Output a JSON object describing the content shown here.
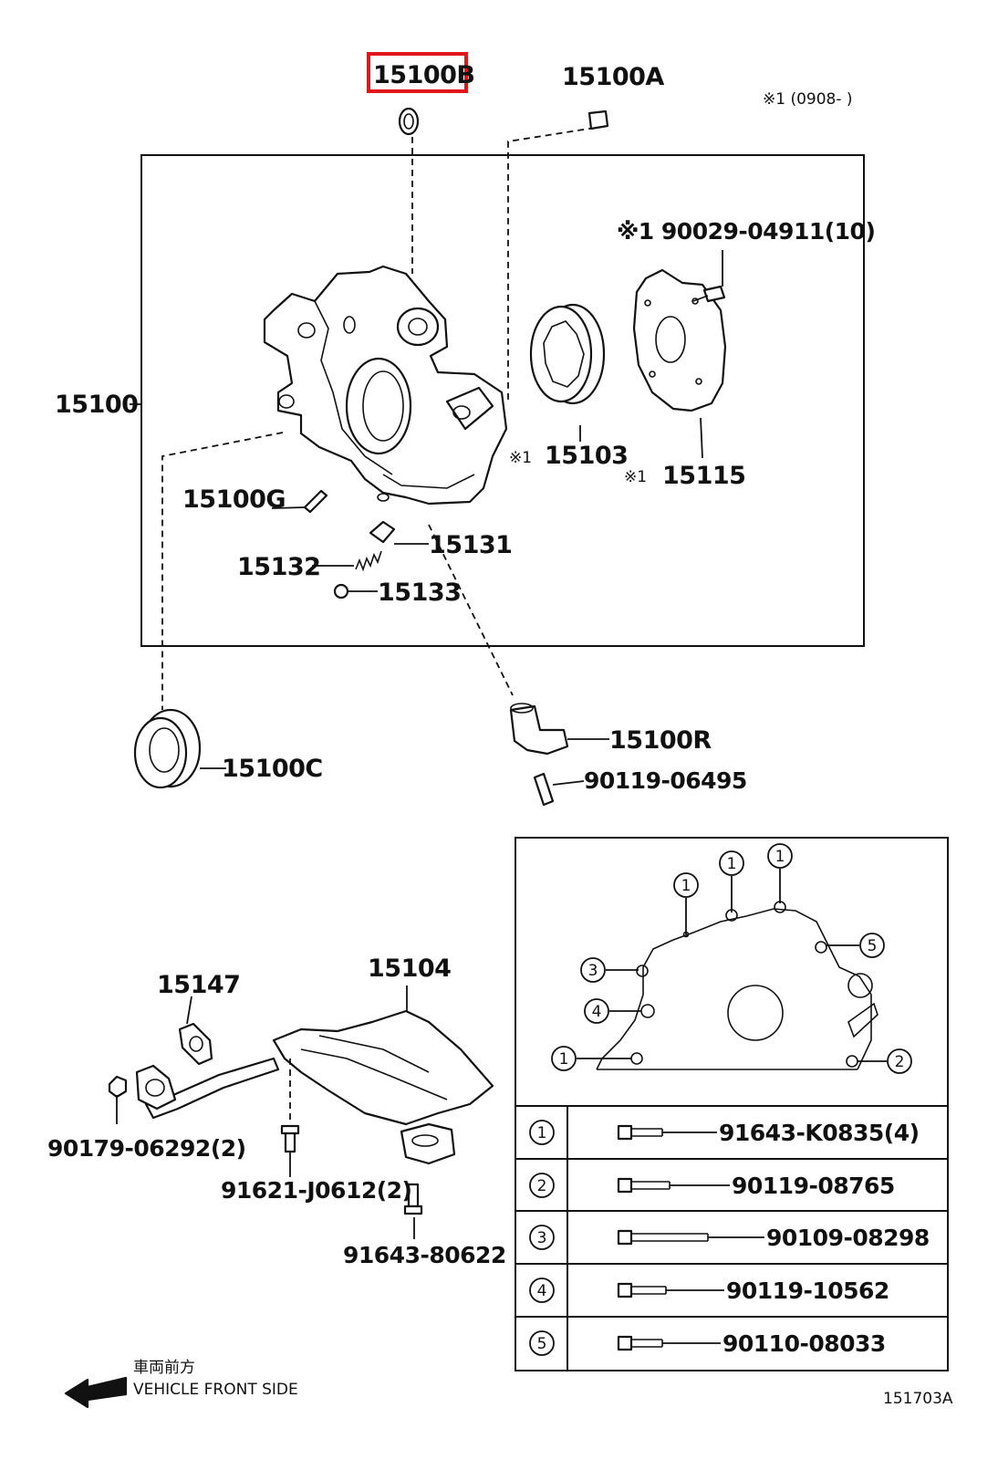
{
  "callouts": {
    "p15100B": "15100B",
    "p15100A": "15100A",
    "note_range": "※1 (0908-     )",
    "p90029": "※1 90029-04911(10)",
    "p15100": "15100",
    "p15103_mark": "※1",
    "p15103": "15103",
    "p15115_mark": "※1",
    "p15115": "15115",
    "p15100G": "15100G",
    "p15131": "15131",
    "p15132": "15132",
    "p15133": "15133",
    "p15100R": "15100R",
    "p90119_06495": "90119-06495",
    "p15100C": "15100C",
    "p15147": "15147",
    "p15104": "15104",
    "p90179": "90179-06292(2)",
    "p91621": "91621-J0612(2)",
    "p91643_80622": "91643-80622"
  },
  "bolt_positions": [
    "1",
    "1",
    "1",
    "1",
    "2",
    "3",
    "4",
    "5"
  ],
  "bolt_table": [
    {
      "num": "1",
      "part": "91643-K0835(4)"
    },
    {
      "num": "2",
      "part": "90119-08765"
    },
    {
      "num": "3",
      "part": "90109-08298"
    },
    {
      "num": "4",
      "part": "90119-10562"
    },
    {
      "num": "5",
      "part": "90110-08033"
    }
  ],
  "direction": {
    "jp": "車両前方",
    "en": "VEHICLE FRONT SIDE"
  },
  "diagram_code": "151703A",
  "colors": {
    "highlight": "#e0161b",
    "ink": "#111111"
  }
}
